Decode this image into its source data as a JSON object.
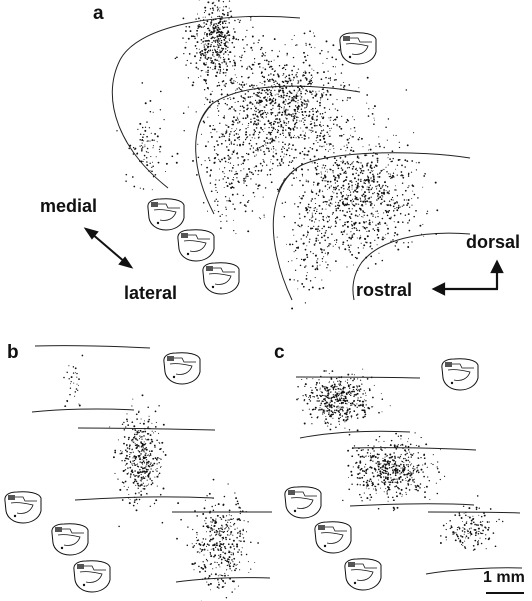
{
  "panels": {
    "a": {
      "letter": "a"
    },
    "b": {
      "letter": "b"
    },
    "c": {
      "letter": "c"
    }
  },
  "orientation": {
    "medial": "medial",
    "lateral": "lateral",
    "rostral": "rostral",
    "dorsal": "dorsal"
  },
  "scale_bar": {
    "label": "1 mm"
  },
  "colors": {
    "ink": "#111111",
    "background": "#ffffff"
  }
}
